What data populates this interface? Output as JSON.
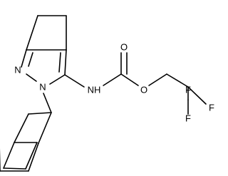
{
  "diagram": {
    "type": "chemical-structure",
    "atoms": {
      "n_ring": "N",
      "n_ring_phenyl": "N",
      "nh": "NH",
      "o_carbonyl": "O",
      "o_ester": "O",
      "f_top": "F",
      "f_right": "F",
      "f_bottom": "F"
    },
    "colors": {
      "ink": "#000000",
      "background": "#ffffff"
    }
  }
}
